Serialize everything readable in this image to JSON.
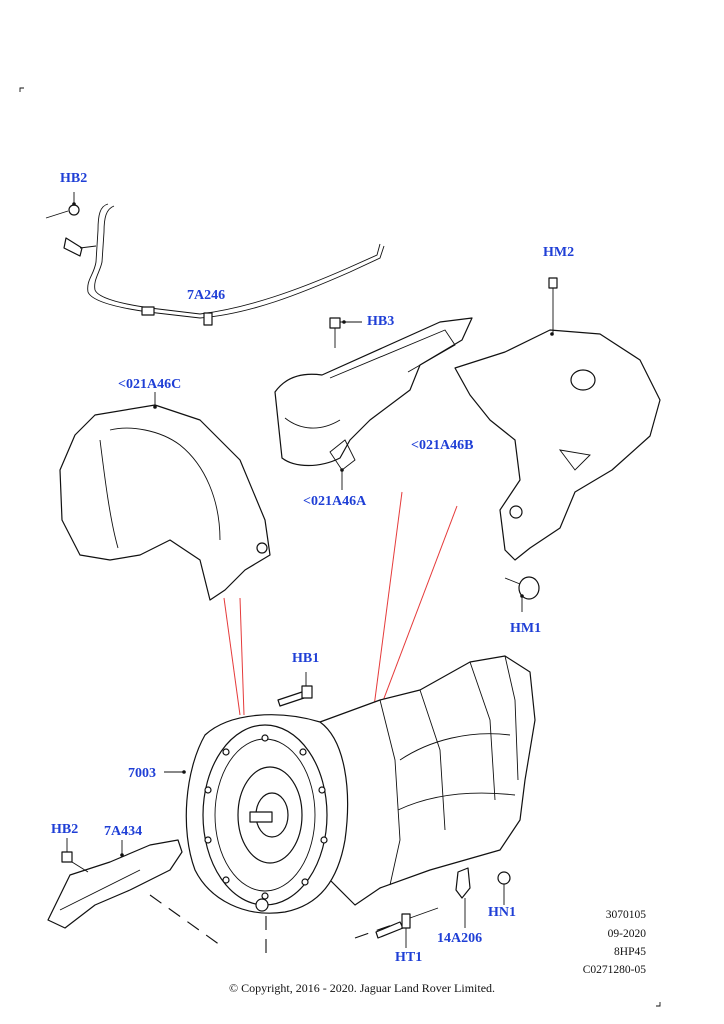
{
  "labels": {
    "hb2_top": "HB2",
    "p7a246": "7A246",
    "hm2": "HM2",
    "hb3": "HB3",
    "p021a46c": "<021A46C",
    "p021a46b": "<021A46B",
    "p021a46a": "<021A46A",
    "hm1": "HM1",
    "hb1": "HB1",
    "p7003": "7003",
    "hb2_bottom": "HB2",
    "p7a434": "7A434",
    "hn1": "HN1",
    "p14a206": "14A206",
    "ht1": "HT1"
  },
  "meta": {
    "line1": "3070105",
    "line2": "09-2020",
    "line3": "8HP45",
    "line4": "C0271280-05"
  },
  "copyright": "© Copyright, 2016 - 2020. Jaguar Land Rover Limited."
}
